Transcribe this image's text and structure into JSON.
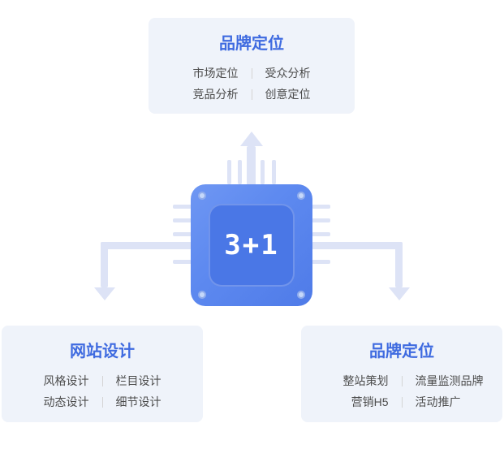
{
  "chip": {
    "label": "3+1"
  },
  "cards": {
    "top": {
      "title": "品牌定位",
      "rows": [
        {
          "left": "市场定位",
          "right": "受众分析"
        },
        {
          "left": "竞品分析",
          "right": "创意定位"
        }
      ]
    },
    "left": {
      "title": "网站设计",
      "rows": [
        {
          "left": "风格设计",
          "right": "栏目设计"
        },
        {
          "left": "动态设计",
          "right": "细节设计"
        }
      ]
    },
    "right": {
      "title": "品牌定位",
      "rows": [
        {
          "left": "整站策划",
          "right": "流量监测品牌"
        },
        {
          "left": "营销H5",
          "right": "活动推广"
        }
      ]
    }
  },
  "colors": {
    "card_bg": "#eff3fa",
    "title": "#3f6be0",
    "item": "#4c4c4c",
    "divider": "#d4d4d4",
    "chip_outer": "#5e8af0",
    "chip_inner": "#4a77e6",
    "arrow": "#dde3f6",
    "screw": "#c5d8fa"
  }
}
